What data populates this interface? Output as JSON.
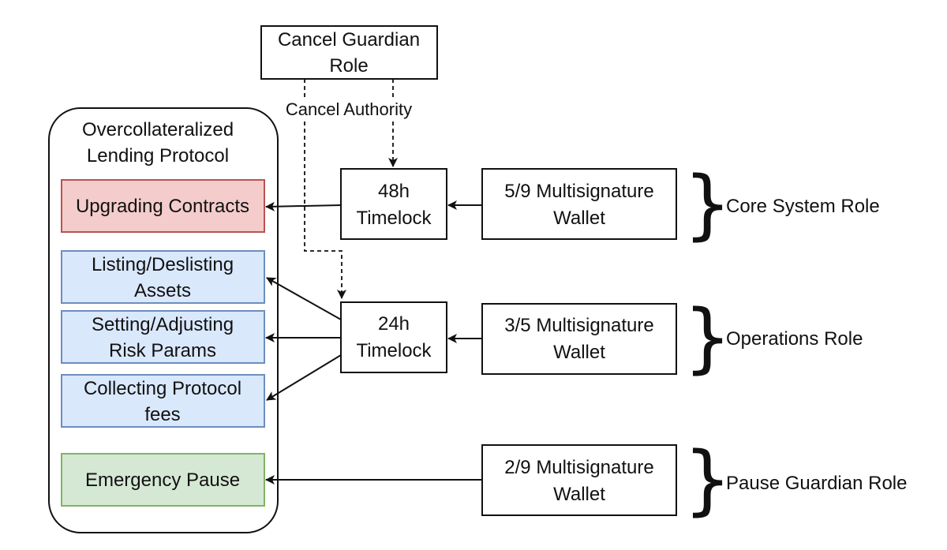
{
  "cancel_guardian": {
    "line1": "Cancel Guardian",
    "line2": "Role",
    "edge_label": "Cancel Authority"
  },
  "protocol": {
    "title_line1": "Overcollateralized",
    "title_line2": "Lending Protocol",
    "actions": {
      "upgrading": {
        "line1": "Upgrading Contracts"
      },
      "listing": {
        "line1": "Listing/Deslisting",
        "line2": "Assets"
      },
      "risk": {
        "line1": "Setting/Adjusting",
        "line2": "Risk Params"
      },
      "fees": {
        "line1": "Collecting Protocol",
        "line2": "fees"
      },
      "pause": {
        "line1": "Emergency Pause"
      }
    }
  },
  "timelocks": {
    "t48": {
      "line1": "48h",
      "line2": "Timelock"
    },
    "t24": {
      "line1": "24h",
      "line2": "Timelock"
    }
  },
  "wallets": {
    "core": {
      "line1": "5/9 Multisignature",
      "line2": "Wallet"
    },
    "operations": {
      "line1": "3/5 Multisignature",
      "line2": "Wallet"
    },
    "pause": {
      "line1": "2/9 Multisignature",
      "line2": "Wallet"
    }
  },
  "roles": {
    "core": "Core System Role",
    "operations": "Operations Role",
    "pause": "Pause Guardian Role"
  },
  "colors": {
    "red_fill": "#f4cccc",
    "red_stroke": "#b85450",
    "blue_fill": "#dae8fc",
    "blue_stroke": "#6c8ebf",
    "green_fill": "#d5e8d4",
    "green_stroke": "#82b366",
    "line": "#111111"
  }
}
